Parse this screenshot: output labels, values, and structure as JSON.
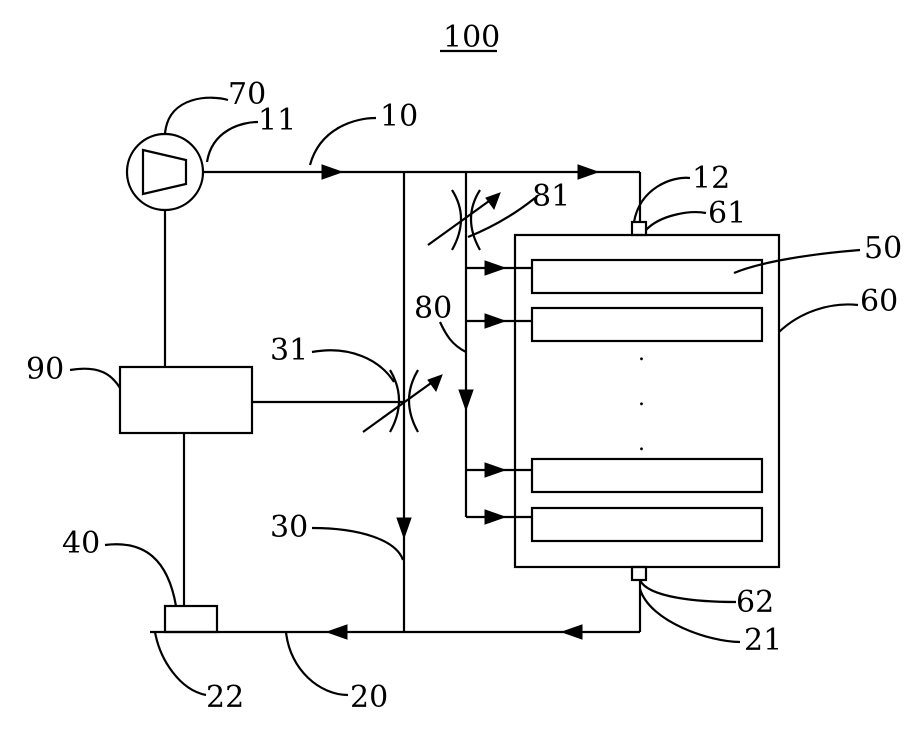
{
  "title": "100",
  "labels": {
    "l10": "10",
    "l11": "11",
    "l12": "12",
    "l20": "20",
    "l21": "21",
    "l22": "22",
    "l30": "30",
    "l31": "31",
    "l40": "40",
    "l50": "50",
    "l60": "60",
    "l61": "61",
    "l62": "62",
    "l70": "70",
    "l80": "80",
    "l81": "81",
    "l90": "90"
  },
  "ellipsis": ". . ."
}
